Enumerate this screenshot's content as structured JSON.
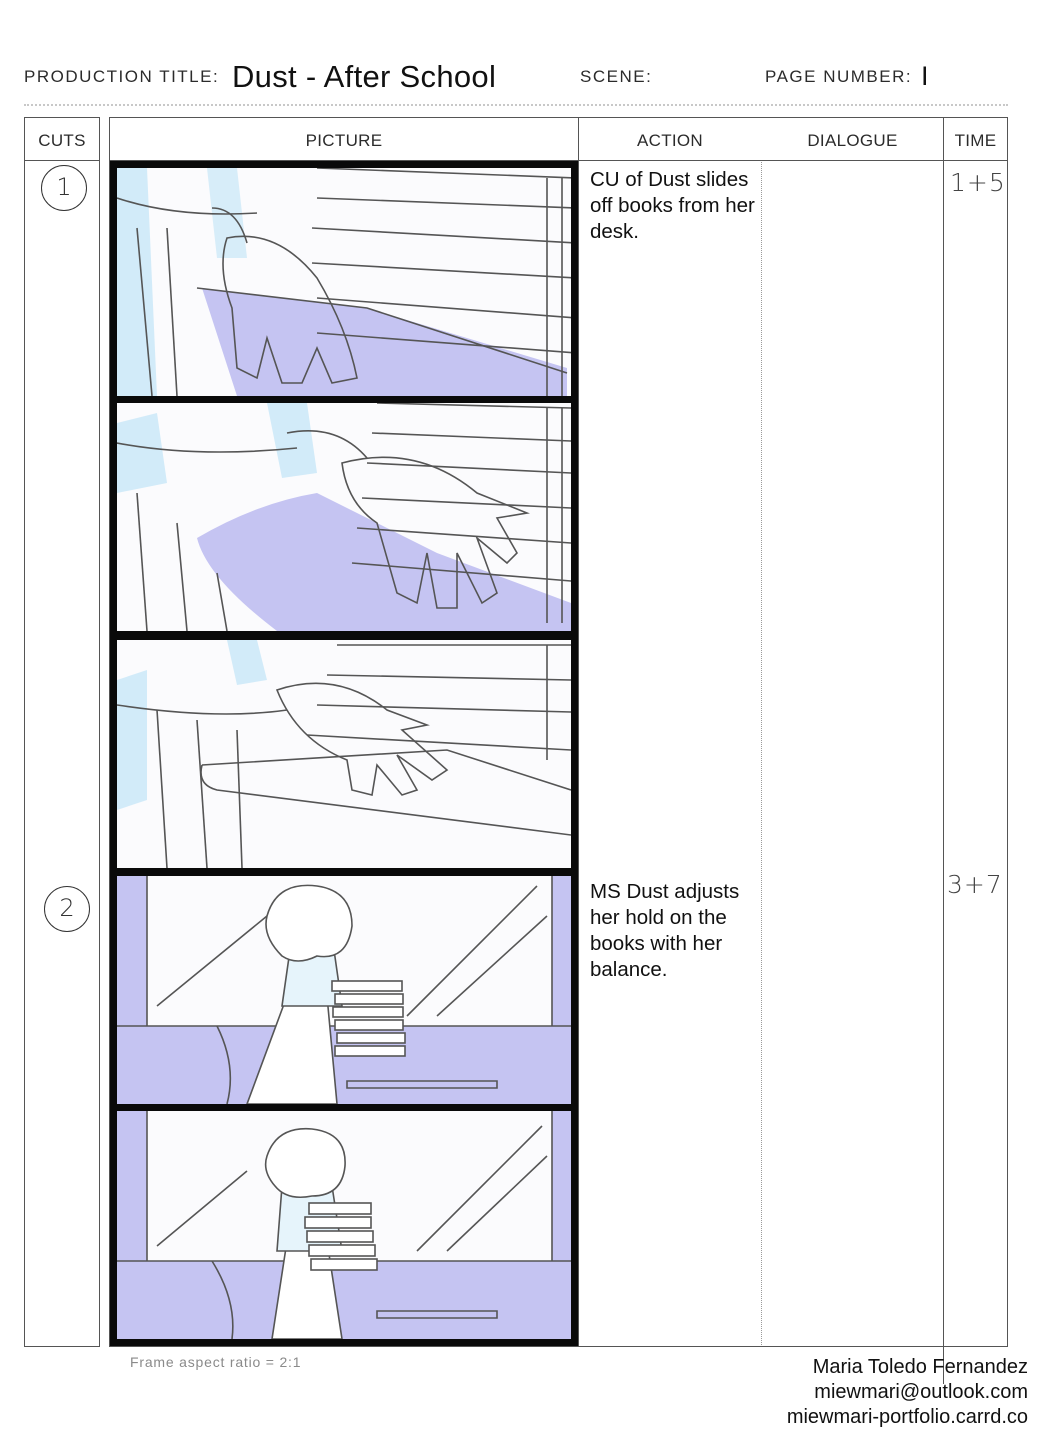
{
  "header": {
    "production_title_label": "PRODUCTION TITLE:",
    "production_title": "Dust - After School",
    "scene_label": "SCENE:",
    "scene_value": "",
    "page_number_label": "PAGE NUMBER:",
    "page_number": "I"
  },
  "columns": {
    "cuts": "CUTS",
    "picture": "PICTURE",
    "action": "ACTION",
    "dialogue": "DIALOGUE",
    "time": "TIME"
  },
  "cuts": [
    {
      "number": "1",
      "action": "CU of Dust slides off books from her desk.",
      "dialogue": "",
      "time": "1+5"
    },
    {
      "number": "2",
      "action": "MS Dust adjusts her hold on the books with her balance.",
      "dialogue": "",
      "time": "3+7"
    }
  ],
  "frames": [
    {
      "cut": "1",
      "subject": "close-up hand on book stack"
    },
    {
      "cut": "1",
      "subject": "close-up hand sliding books"
    },
    {
      "cut": "1",
      "subject": "close-up hand pushing books off desk"
    },
    {
      "cut": "2",
      "subject": "medium shot girl holding books by window"
    },
    {
      "cut": "2",
      "subject": "medium shot girl balancing books"
    }
  ],
  "colors": {
    "sketch_purple": "#c5c4f2",
    "sketch_blue": "#c8e7f7",
    "frame_border": "#0a0a0a"
  },
  "footer": {
    "frame_note": "Frame aspect ratio = 2:1",
    "author": "Maria Toledo Fernandez",
    "email": "miewmari@outlook.com",
    "website": "miewmari-portfolio.carrd.co"
  }
}
